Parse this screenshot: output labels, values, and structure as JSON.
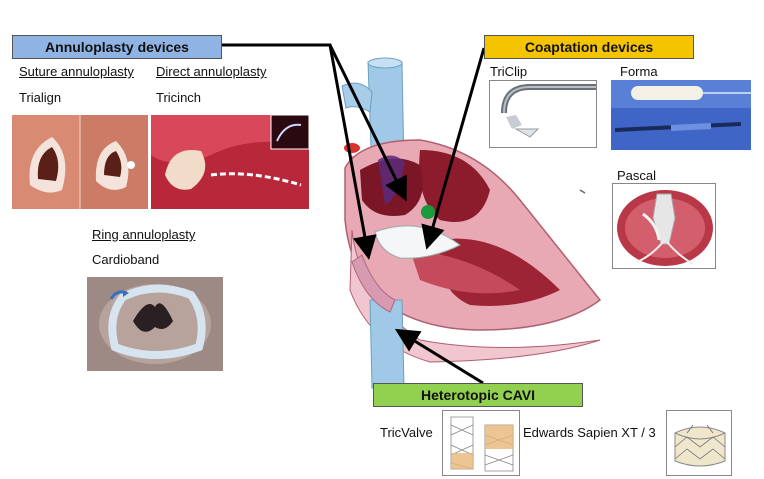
{
  "annuloplasty": {
    "title": "Annuloplasty devices",
    "suture_label": "Suture annuloplasty",
    "direct_label": "Direct annuloplasty",
    "trialign": "Trialign",
    "tricinch": "Tricinch",
    "ring_label": "Ring annuloplasty",
    "cardioband": "Cardioband"
  },
  "coaptation": {
    "title": "Coaptation devices",
    "triclip": "TriClip",
    "forma": "Forma",
    "pascal": "Pascal"
  },
  "cavi": {
    "title": "Heterotopic CAVI",
    "tricvalve": "TricValve",
    "sapien": "Edwards Sapien XT / 3"
  },
  "colors": {
    "annuloplasty_box": "#8fb4e3",
    "coaptation_box": "#f5c400",
    "cavi_box": "#92d050",
    "vein_blue": "#9fc9e6",
    "heart_red": "#8c1c2c",
    "heart_pink": "#e8a8b4"
  }
}
